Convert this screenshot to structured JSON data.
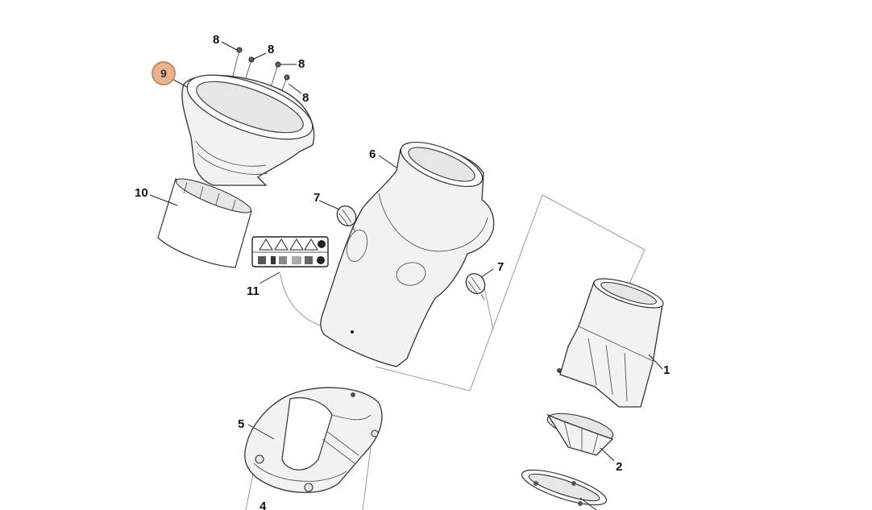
{
  "callouts": {
    "p1": "1",
    "p2": "2",
    "p4": "4",
    "p5": "5",
    "p6": "6",
    "p7a": "7",
    "p7b": "7",
    "p8a": "8",
    "p8b": "8",
    "p8c": "8",
    "p8d": "8",
    "p9": "9",
    "p10": "10",
    "p11": "11"
  },
  "highlighted_part": "9",
  "colors": {
    "highlight_fill": "#e8b48f",
    "highlight_stroke": "#c88a5c",
    "line": "#333333",
    "assembly_line": "#9a9a9a"
  }
}
